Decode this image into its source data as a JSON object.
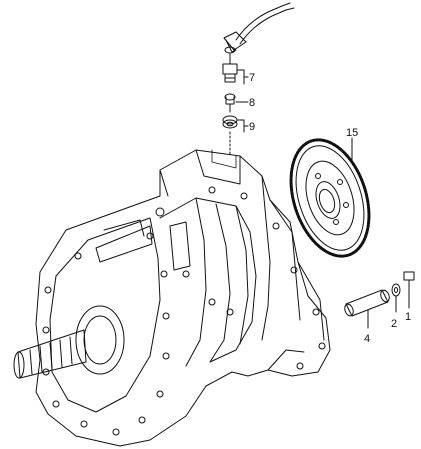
{
  "diagram": {
    "callouts": [
      {
        "id": "7",
        "label": "7"
      },
      {
        "id": "8",
        "label": "8"
      },
      {
        "id": "9",
        "label": "9"
      },
      {
        "id": "15",
        "label": "15"
      },
      {
        "id": "4",
        "label": "4"
      },
      {
        "id": "2",
        "label": "2"
      },
      {
        "id": "1",
        "label": "1"
      }
    ],
    "colors": {
      "ink": "#111111",
      "paper": "#ffffff"
    }
  }
}
